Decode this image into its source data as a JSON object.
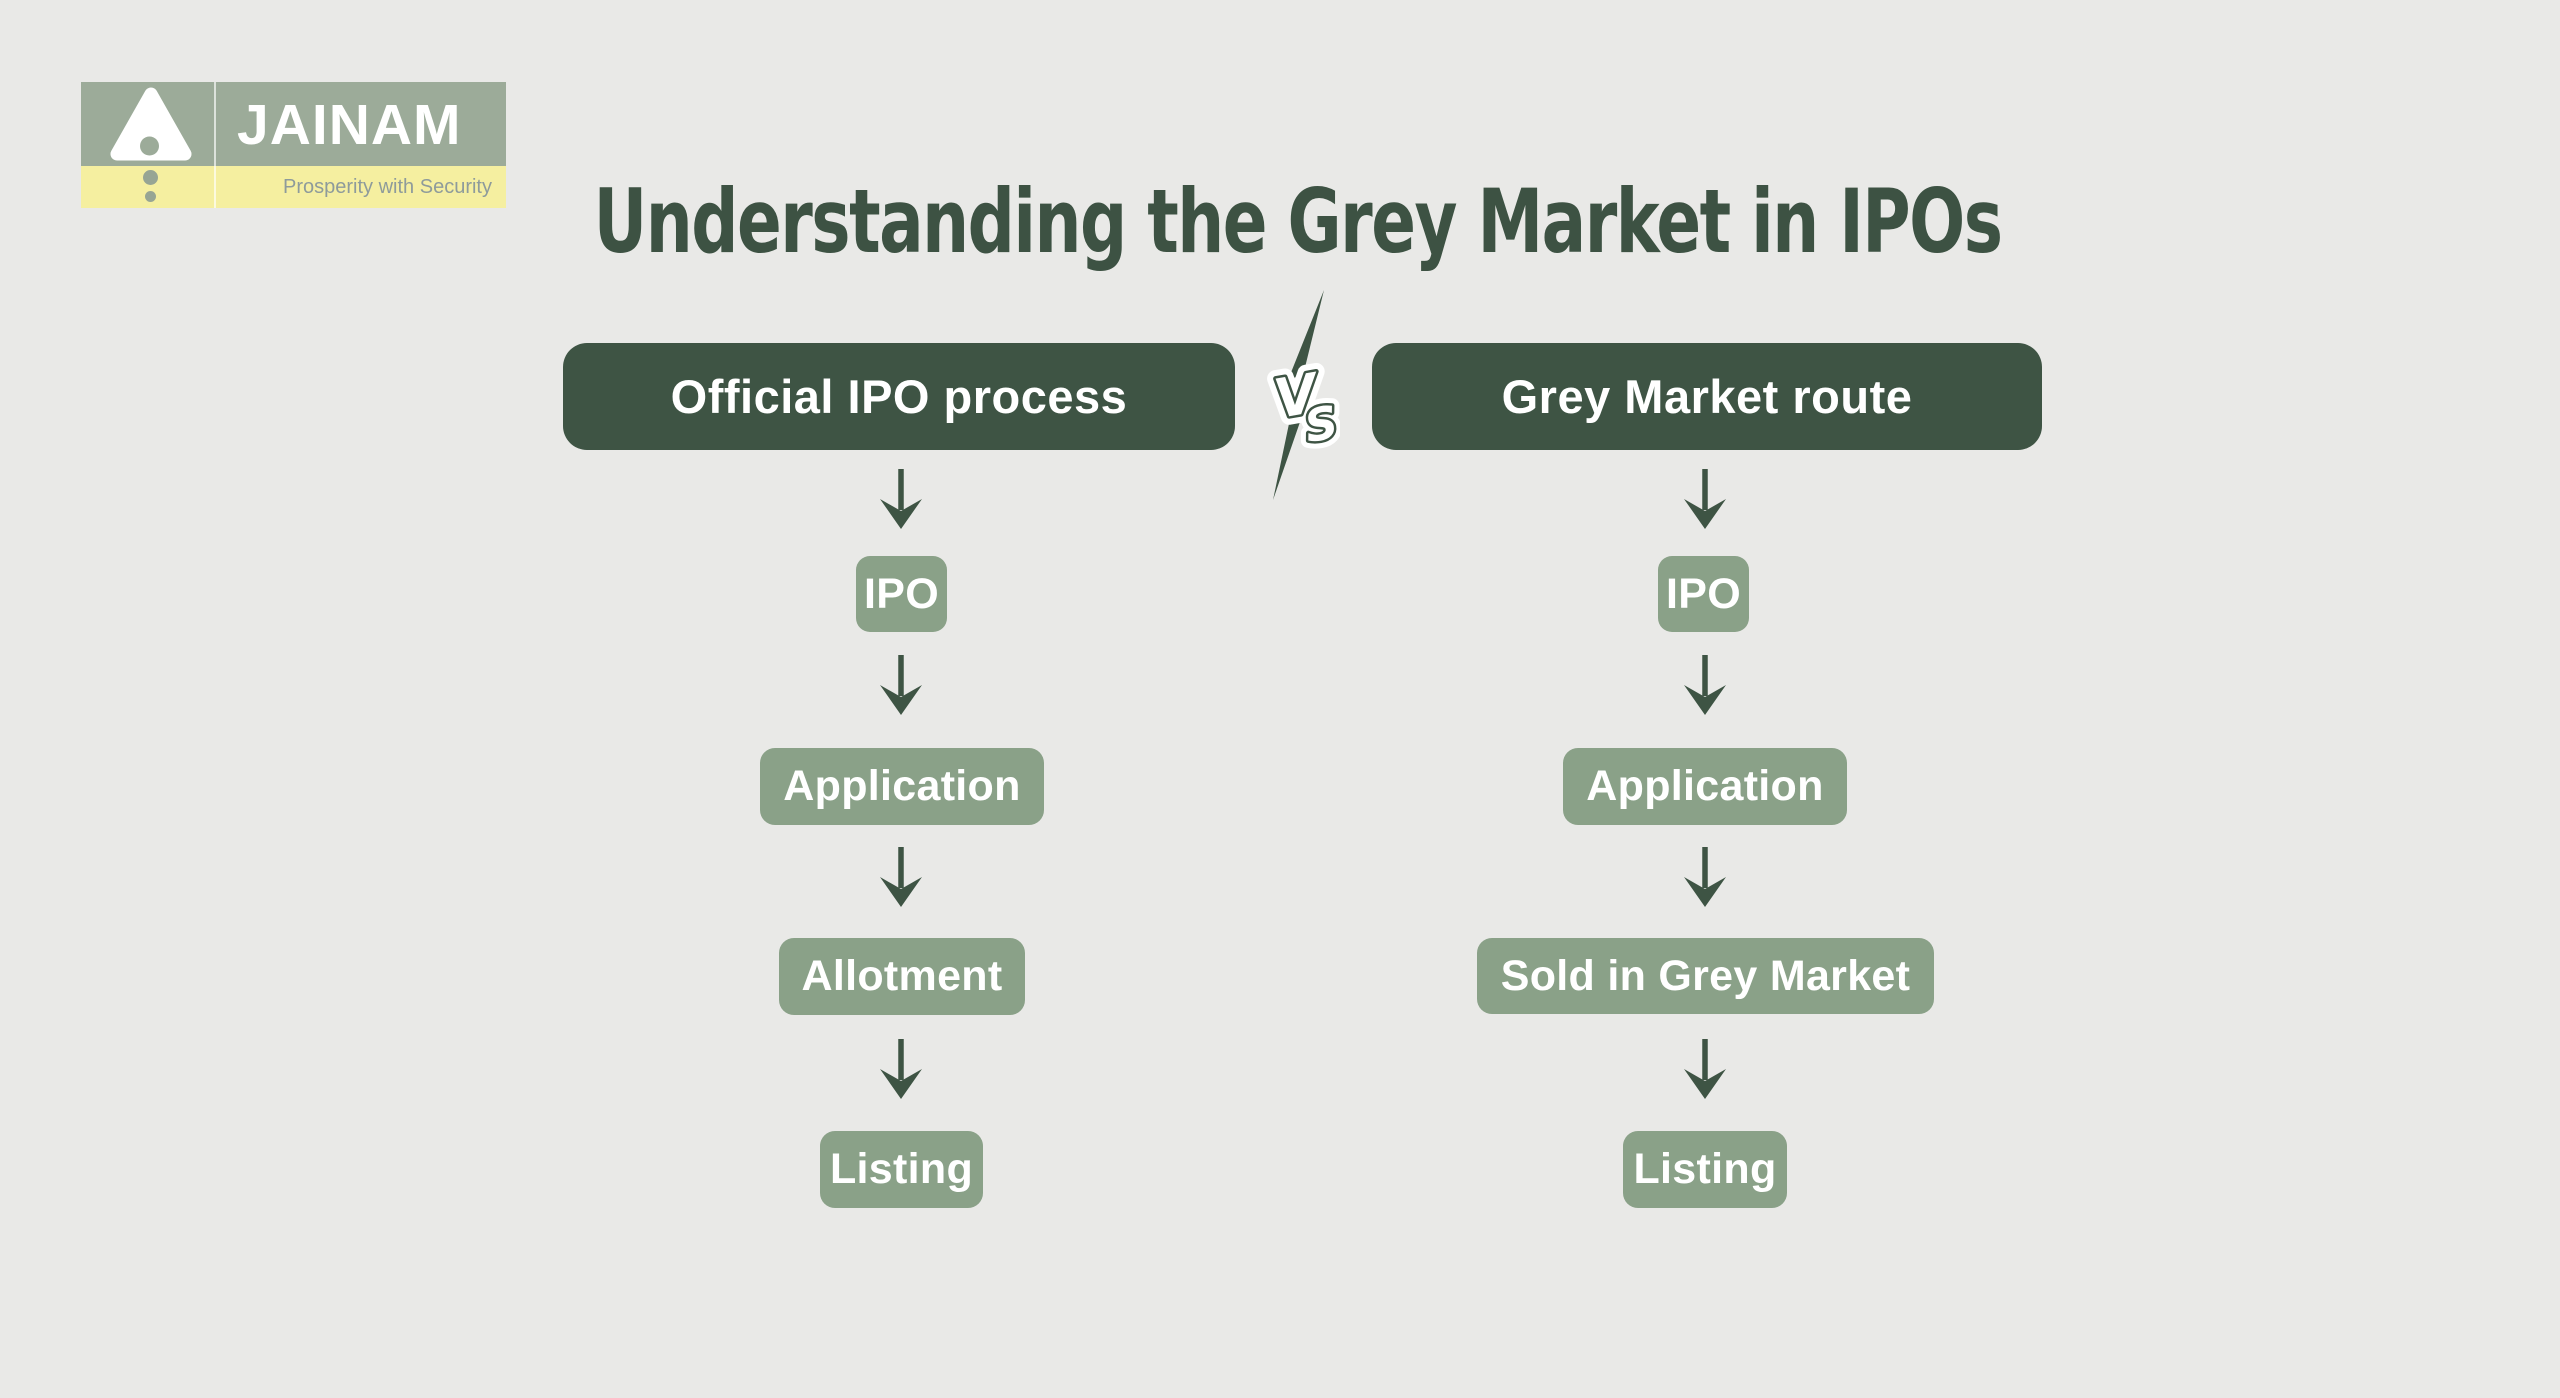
{
  "title": {
    "text": "Understanding the Grey Market in IPOs"
  },
  "logo": {
    "brand": "JAINAM",
    "tagline": "Prosperity with Security"
  },
  "vs": {
    "label": "VS",
    "v": "V",
    "s": "S"
  },
  "columns": [
    {
      "header": "Official IPO process",
      "steps": [
        "IPO",
        "Application",
        "Allotment",
        "Listing"
      ]
    },
    {
      "header": "Grey Market route",
      "steps": [
        "IPO",
        "Application",
        "Sold in Grey Market",
        "Listing"
      ]
    }
  ],
  "palette": {
    "background": "#e9e9e7",
    "dark_green": "#3e5444",
    "title_green": "#3d5243",
    "step_sage": "#8aa188",
    "logo_panel_sage": "#9cab99",
    "logo_strip_yellow": "#f5efa0",
    "logo_tagline_grey": "#8e9b9b",
    "logo_dot_grey": "#97a594",
    "text_white": "#ffffff"
  }
}
